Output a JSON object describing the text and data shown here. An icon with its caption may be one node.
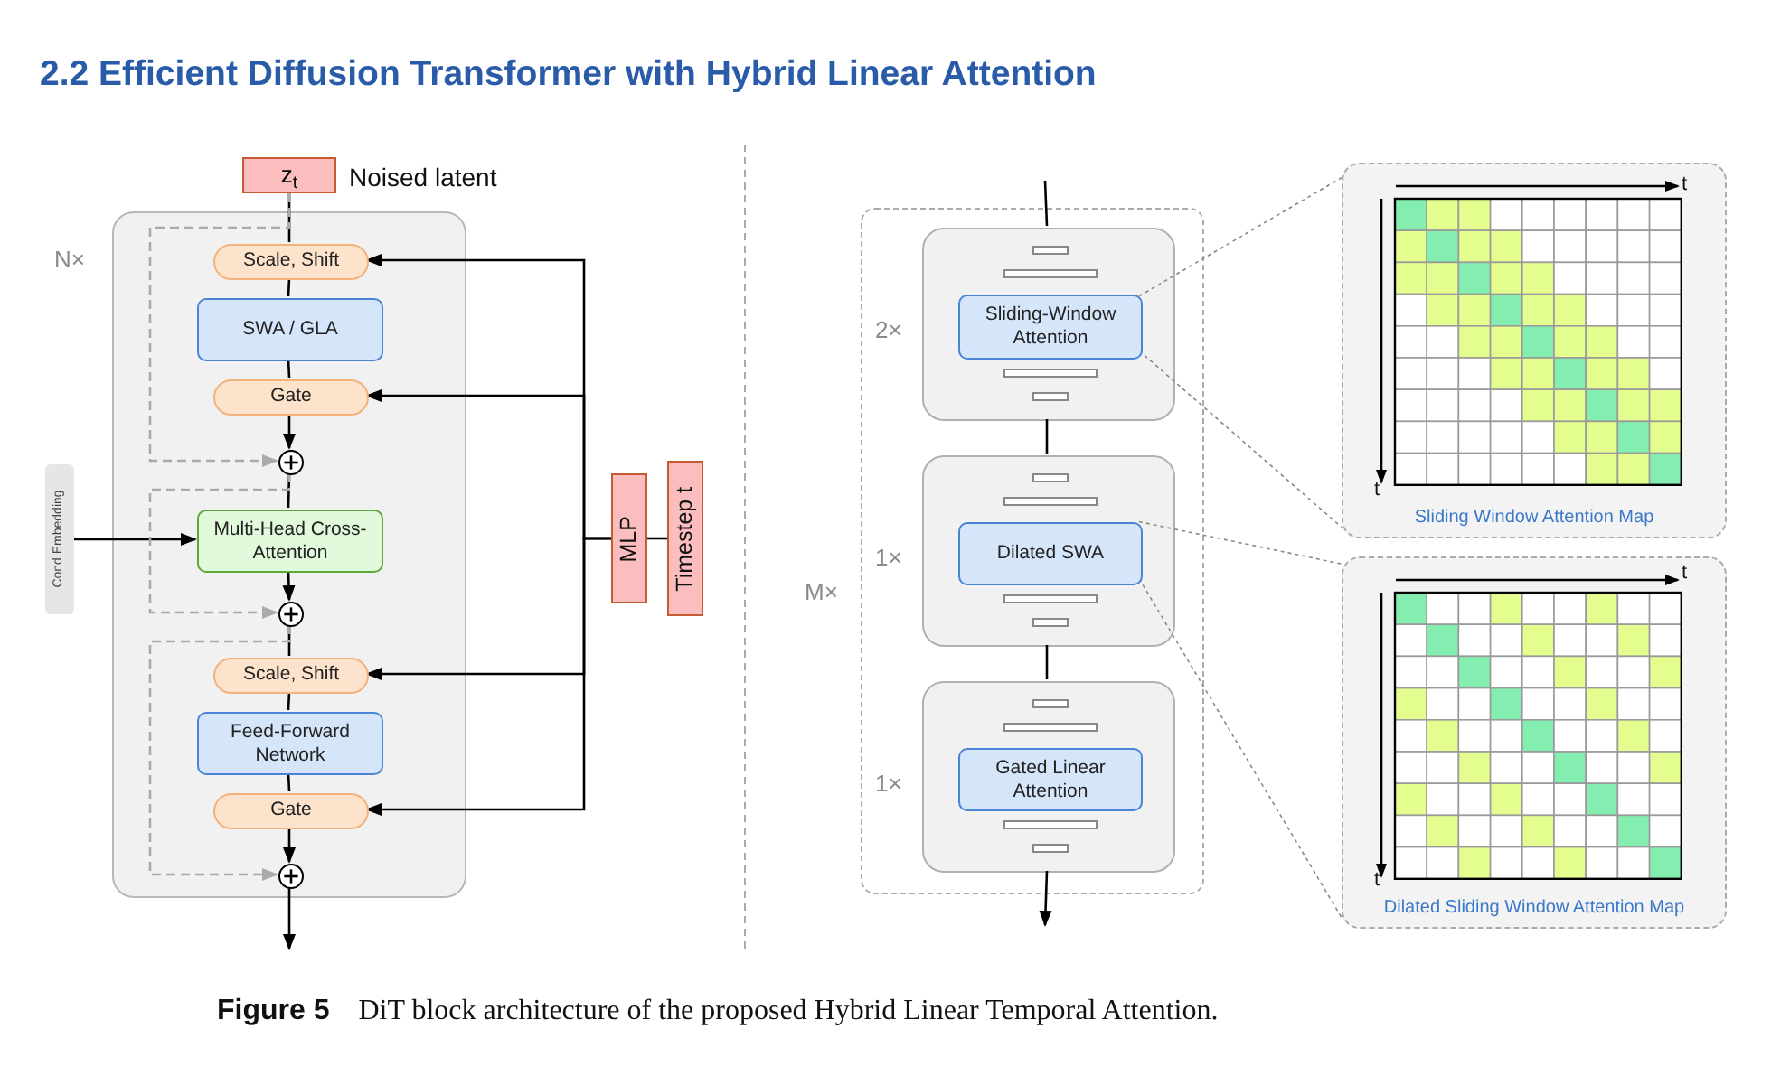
{
  "diagram": {
    "title": "2.2 Efficient Diffusion Transformer with Hybrid Linear Attention",
    "caption": "**Figure 5** DiT block architecture of the proposed Hybrid Linear Temporal Attention.",
    "nodes": [
      {
        "text": [
          "z$_{t}$"
        ],
        "beside": [
          "Noised latent"
        ]
      },
      {
        "text": [
          "N×"
        ]
      },
      {
        "text": [
          "Scale, Shift"
        ],
        "in": 1
      },
      {
        "text": [
          "SWA / GLA"
        ],
        "in": 1
      },
      {
        "text": [
          "Gate"
        ],
        "in": 1
      },
      {
        "text": [],
        "shape": "circle",
        "in": 1
      },
      {
        "text": [
          "Multi-Head Cross-Attention"
        ],
        "in": 1
      },
      {
        "text": [],
        "shape": "circle",
        "in": 1
      },
      {
        "text": [
          "Scale, Shift"
        ],
        "in": 1
      },
      {
        "text": [
          "Feed-Forward Network"
        ],
        "in": 1
      },
      {
        "text": [
          "Gate"
        ],
        "in": 1
      },
      {
        "text": [],
        "shape": "circle",
        "in": 1
      },
      {
        "text": [
          "Cond Embedding"
        ]
      },
      {
        "text": [
          "MLP"
        ]
      },
      {
        "text": [
          "Timestep t"
        ]
      },
      {
        "text": [
          "M×"
        ]
      },
      {
        "text": [
          "2×"
        ],
        "in": 15
      },
      {
        "text": [
          "Sliding-Window Attention"
        ],
        "in": 16
      },
      {
        "text": [
          "1×"
        ],
        "in": 15
      },
      {
        "text": [
          "Dilated SWA"
        ],
        "in": 18
      },
      {
        "text": [
          "1×"
        ],
        "in": 15
      },
      {
        "text": [
          "Gated Linear Attention"
        ],
        "in": 20
      },
      {
        "text": [
          "Sliding Window Attention Map"
        ]
      },
      {
        "text": [
          "Dilated Sliding Window Attention Map"
        ]
      }
    ],
    "edges": [
      {
        "from": 0,
        "to": 2,
        "arrow": "none"
      },
      {
        "from": 2,
        "to": 3,
        "arrow": "none"
      },
      {
        "from": 3,
        "to": 4,
        "arrow": "none"
      },
      {
        "from": 4,
        "to": 5,
        "arrow": "to"
      },
      {
        "from": 0,
        "to": 5,
        "arrow": "to",
        "style": "dashed",
        "color": "#aaaaaa"
      },
      {
        "from": 5,
        "to": 6,
        "arrow": "none"
      },
      {
        "from": 12,
        "to": 6,
        "arrow": "to"
      },
      {
        "from": 6,
        "to": 7,
        "arrow": "to"
      },
      {
        "from": 5,
        "to": 7,
        "arrow": "to",
        "style": "dashed",
        "color": "#aaaaaa"
      },
      {
        "from": 7,
        "to": 8,
        "arrow": "none"
      },
      {
        "from": 8,
        "to": 9,
        "arrow": "none"
      },
      {
        "from": 9,
        "to": 10,
        "arrow": "none"
      },
      {
        "from": 10,
        "to": 11,
        "arrow": "to"
      },
      {
        "from": 7,
        "to": 11,
        "arrow": "to",
        "style": "dashed",
        "color": "#aaaaaa"
      },
      {
        "from": 11,
        "to": null,
        "arrow": "to"
      },
      {
        "from": 14,
        "to": 13,
        "arrow": "none"
      },
      {
        "from": 13,
        "to": 2,
        "arrow": "to"
      },
      {
        "from": 13,
        "to": 4,
        "arrow": "to"
      },
      {
        "from": 13,
        "to": 8,
        "arrow": "to"
      },
      {
        "from": 13,
        "to": 10,
        "arrow": "to"
      },
      {
        "from": null,
        "to": 16,
        "arrow": "none"
      },
      {
        "from": 16,
        "to": 18,
        "arrow": "none"
      },
      {
        "from": 18,
        "to": 20,
        "arrow": "none"
      },
      {
        "from": 20,
        "to": null,
        "arrow": "to"
      },
      {
        "from": 17,
        "to": 22,
        "arrow": "none",
        "style": "dashed",
        "color": "#888888"
      },
      {
        "from": 17,
        "to": 22,
        "arrow": "none",
        "style": "dashed",
        "color": "#888888"
      },
      {
        "from": 19,
        "to": 23,
        "arrow": "none",
        "style": "dashed",
        "color": "#888888"
      },
      {
        "from": 19,
        "to": 23,
        "arrow": "none",
        "style": "dashed",
        "color": "#888888"
      }
    ],
    "labels": [
      "t",
      "t",
      "t",
      "t"
    ]
  }
}
